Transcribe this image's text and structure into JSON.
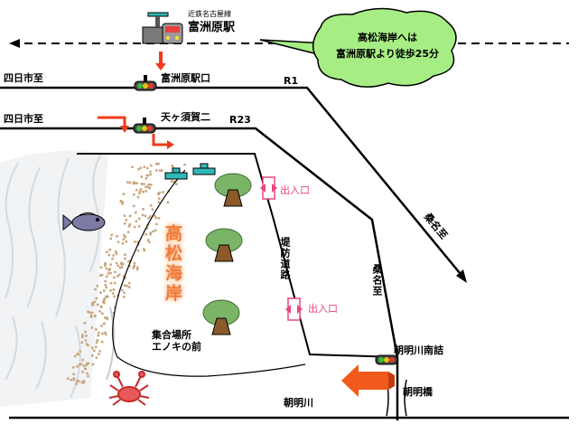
{
  "station": {
    "line_name": "近鉄名古屋線",
    "name": "富洲原駅"
  },
  "callout": {
    "line1": "高松海岸へは",
    "line2": "富洲原駅より徒歩25分"
  },
  "roads": {
    "yokkaichi_top": "四日市至",
    "yokkaichi_bottom": "四日市至",
    "r1": "R1",
    "r23": "R23",
    "kuwana_diag": "桑名至",
    "kuwana_vert": "桑名至",
    "embankment": "堤防道路",
    "asake_river": "朝明川",
    "asake_bridge": "朝明橋"
  },
  "intersections": {
    "station_exit": "富洲原駅口",
    "amagasuga": "天ヶ須賀二",
    "asake_south": "朝明川南詰"
  },
  "places": {
    "beach": "高松海岸",
    "gathering_line1": "集合場所",
    "gathering_line2": "エノキの前",
    "entrance_1": "出入口",
    "entrance_2": "出入口"
  },
  "icons": [
    "train-icon",
    "traffic-light-icon",
    "red-arrow-icon",
    "tree-icon",
    "fish-icon",
    "crab-icon",
    "gate-icon"
  ],
  "colors": {
    "water": "#d7dde3",
    "tree": "#7ab567",
    "trunk": "#8a5a2b",
    "arrow": "#f03c1a",
    "bubble": "#a6ee84",
    "gate": "#e8467a",
    "marker": "#2fb7b7",
    "sand": "#c8a57a",
    "beach_text": "#f07a3a"
  }
}
